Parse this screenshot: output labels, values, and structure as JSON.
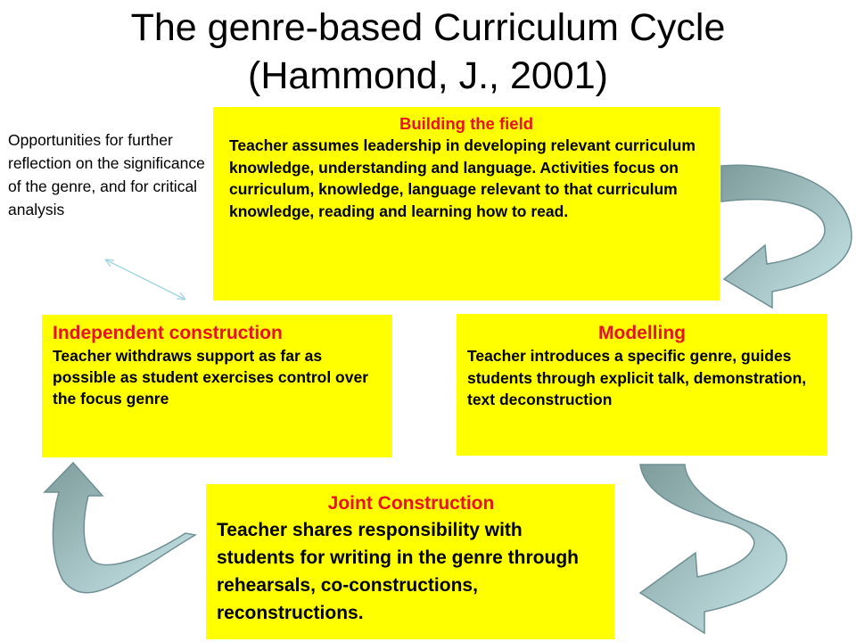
{
  "title": "The genre-based Curriculum Cycle\n(Hammond, J., 2001)",
  "note": "Opportunities for further reflection on the significance of the genre, and for critical analysis",
  "stages": {
    "building": {
      "heading": "Building  the field",
      "body": "Teacher assumes leadership in developing relevant curriculum knowledge, understanding and language. Activities focus on curriculum, knowledge, language relevant to that curriculum knowledge, reading and learning how to read."
    },
    "modelling": {
      "heading": "Modelling",
      "body": "Teacher introduces a specific genre, guides students through explicit talk, demonstration, text deconstruction"
    },
    "joint": {
      "heading": "Joint Construction",
      "body": "Teacher shares responsibility with students for writing in the genre through rehearsals, co-constructions, reconstructions."
    },
    "independent": {
      "heading": "Independent construction",
      "body": "Teacher withdraws support as far as possible as student exercises control over the focus genre"
    }
  },
  "colors": {
    "box_fill": "#ffff00",
    "heading": "#e8121c",
    "arrow_dark": "#7f9c9c",
    "arrow_light": "#c9e6ea",
    "connector": "#9fd3e3"
  }
}
